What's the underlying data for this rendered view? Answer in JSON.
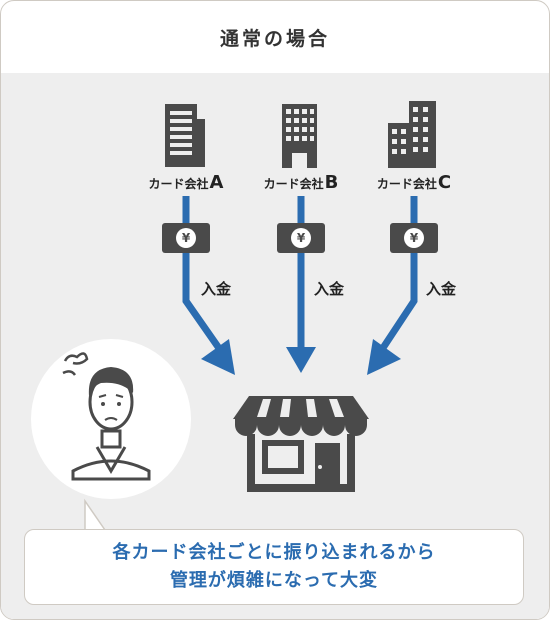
{
  "header": {
    "title": "通常の場合"
  },
  "companies": [
    {
      "name": "カード会社",
      "letter": "A",
      "icon": "office-building-icon",
      "transfer_label": "入金"
    },
    {
      "name": "カード会社",
      "letter": "B",
      "icon": "tall-building-icon",
      "transfer_label": "入金"
    },
    {
      "name": "カード会社",
      "letter": "C",
      "icon": "building-cluster-icon",
      "transfer_label": "入金"
    }
  ],
  "money_icon": {
    "symbol": "¥"
  },
  "store": {
    "icon": "shop-icon"
  },
  "person": {
    "icon": "troubled-person-icon"
  },
  "message": {
    "line1": "各カード会社ごとに振り込まれるから",
    "line2": "管理が煩雑になって大変"
  },
  "colors": {
    "accent": "#2b6cb0",
    "icon": "#4a4a4a",
    "panel": "#eeeeee",
    "border": "#cfcac3"
  }
}
